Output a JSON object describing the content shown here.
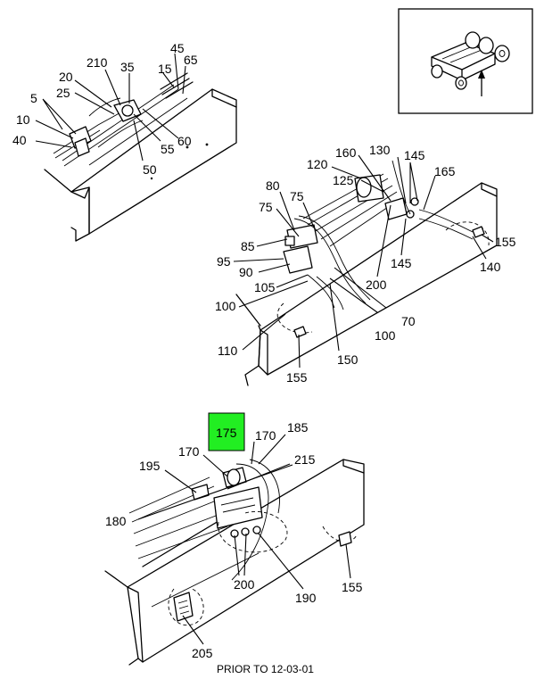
{
  "callouts": {
    "c5": "5",
    "c10": "10",
    "c15": "15",
    "c20": "20",
    "c25": "25",
    "c35": "35",
    "c40": "40",
    "c45": "45",
    "c50": "50",
    "c55": "55",
    "c60": "60",
    "c65": "65",
    "c70": "70",
    "c75a": "75",
    "c75b": "75",
    "c80": "80",
    "c85": "85",
    "c90": "90",
    "c95": "95",
    "c100a": "100",
    "c100b": "100",
    "c105": "105",
    "c110": "110",
    "c120": "120",
    "c125": "125",
    "c130": "130",
    "c140": "140",
    "c145a": "145",
    "c145b": "145",
    "c150": "150",
    "c155a": "155",
    "c155b": "155",
    "c155c": "155",
    "c160": "160",
    "c165": "165",
    "c170a": "170",
    "c170b": "170",
    "c175": "175",
    "c180": "180",
    "c185": "185",
    "c190": "190",
    "c195": "195",
    "c200a": "200",
    "c200b": "200",
    "c205": "205",
    "c210": "210",
    "c215": "215"
  },
  "caption": "PRIOR TO 12-03-01",
  "highlight_color": "#22ee22"
}
